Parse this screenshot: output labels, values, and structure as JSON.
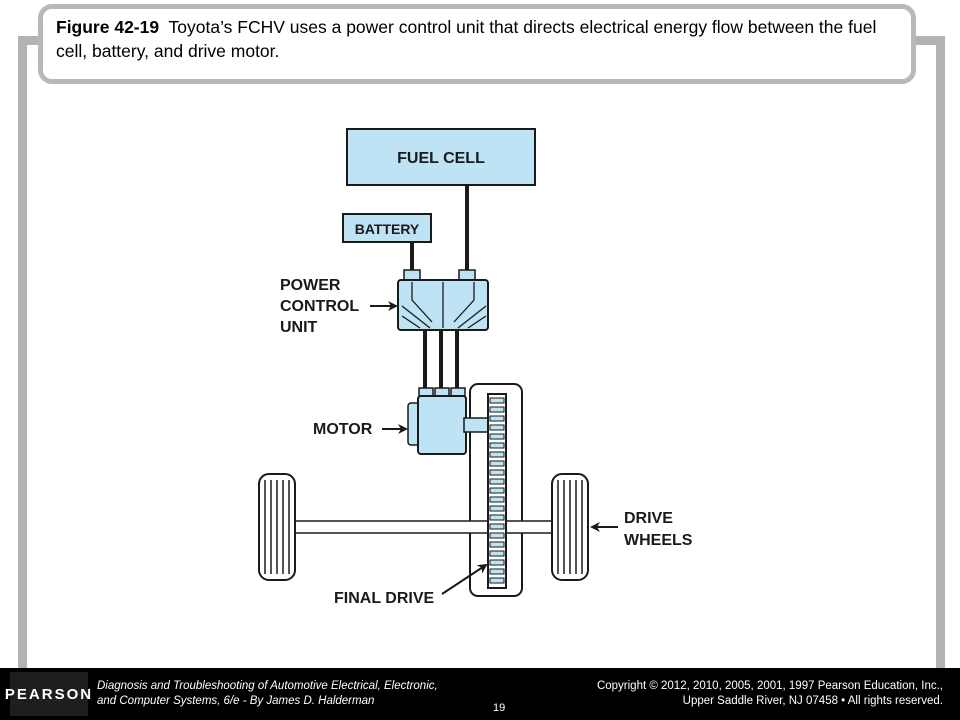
{
  "title": {
    "figure_label": "Figure 42-19",
    "caption": "Toyota’s FCHV uses a power control unit that directs electrical energy flow between the fuel cell, battery, and drive motor."
  },
  "diagram": {
    "fuel_cell": "FUEL CELL",
    "battery": "BATTERY",
    "pcu_line1": "POWER",
    "pcu_line2": "CONTROL",
    "pcu_line3": "UNIT",
    "motor": "MOTOR",
    "drive_line1": "DRIVE",
    "drive_line2": "WHEELS",
    "final_drive": "FINAL DRIVE",
    "colors": {
      "component_fill": "#bde3f5",
      "outline": "#1a1a1a"
    }
  },
  "footer": {
    "logo": "PEARSON",
    "book_line1": "Diagnosis and Troubleshooting of Automotive Electrical, Electronic,",
    "book_line2": "and Computer Systems, 6/e - By James D. Halderman",
    "copyright_line1": "Copyright © 2012, 2010, 2005, 2001, 1997 Pearson Education, Inc.,",
    "copyright_line2": "Upper Saddle River, NJ 07458 • All rights reserved.",
    "page_number": "19"
  }
}
